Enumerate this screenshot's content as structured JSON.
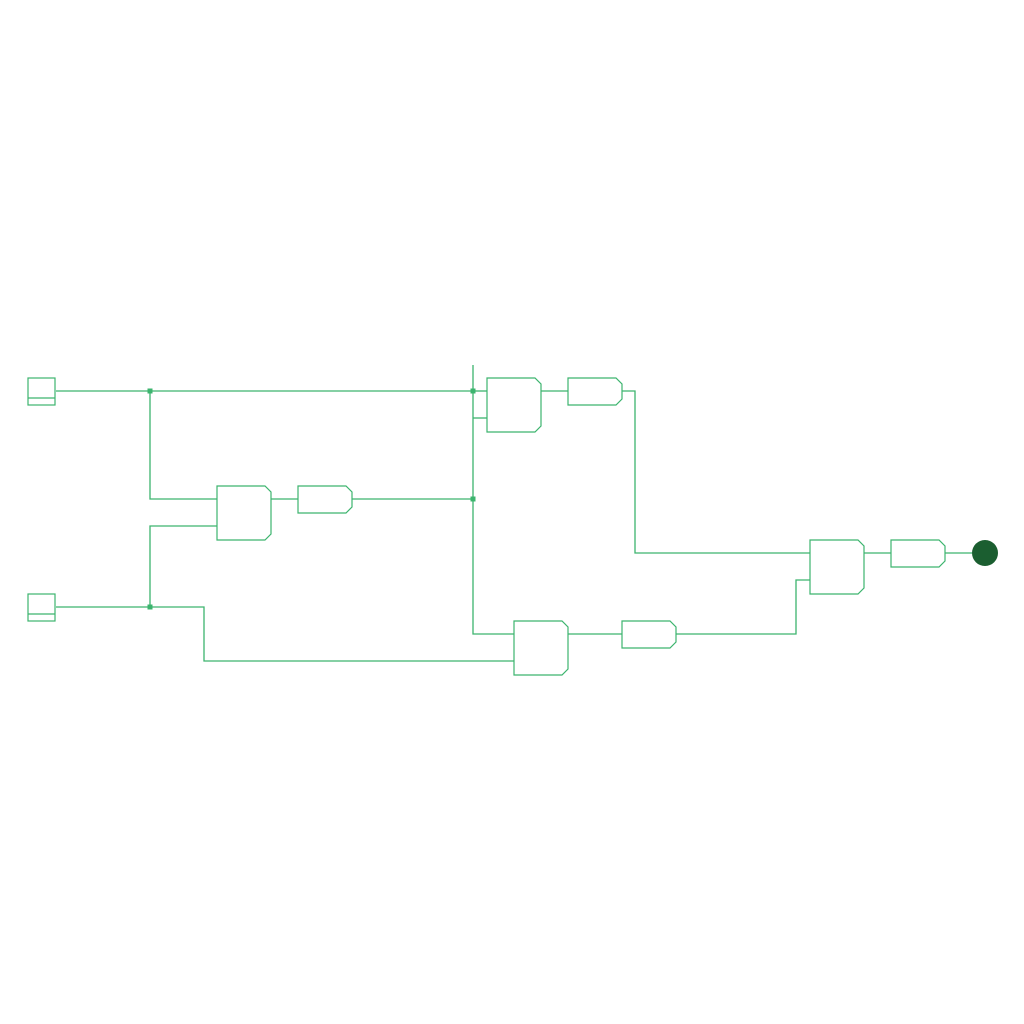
{
  "colors": {
    "background": "#ffffff",
    "wire": "#3cb46e",
    "gate_stroke": "#3cb46e",
    "output": "#1b5e30"
  },
  "diagram": {
    "type": "logic-circuit",
    "inputs": [
      {
        "id": "input-1",
        "icon": "input-switch-icon"
      },
      {
        "id": "input-2",
        "icon": "input-switch-icon"
      }
    ],
    "gates": [
      {
        "id": "nand-1",
        "icon": "nand-gate-icon"
      },
      {
        "id": "buffer-1",
        "icon": "buffer-icon"
      },
      {
        "id": "nand-2",
        "icon": "nand-gate-icon"
      },
      {
        "id": "buffer-2",
        "icon": "buffer-icon"
      },
      {
        "id": "nand-3",
        "icon": "nand-gate-icon"
      },
      {
        "id": "buffer-3",
        "icon": "buffer-icon"
      },
      {
        "id": "nand-4",
        "icon": "nand-gate-icon"
      },
      {
        "id": "buffer-4",
        "icon": "buffer-icon"
      }
    ],
    "outputs": [
      {
        "id": "output-1",
        "icon": "output-led-icon"
      }
    ]
  }
}
